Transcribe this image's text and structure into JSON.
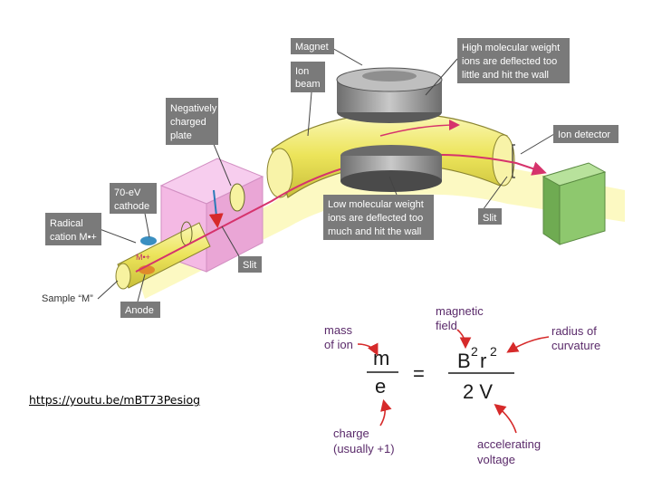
{
  "labels": {
    "magnet": [
      "Magnet"
    ],
    "ion_beam": [
      "Ion",
      "beam"
    ],
    "high_mw": [
      "High molecular weight",
      "ions are deflected too",
      "little and hit the wall"
    ],
    "neg_plate": [
      "Negatively",
      "charged",
      "plate"
    ],
    "ion_detector": [
      "Ion detector"
    ],
    "cathode": [
      "70-eV",
      "cathode"
    ],
    "radical": [
      "Radical",
      "cation M•+"
    ],
    "low_mw": [
      "Low molecular weight",
      "ions are deflected too",
      "much and hit the wall"
    ],
    "slit_1": [
      "Slit"
    ],
    "slit_2": [
      "Slit"
    ],
    "sample": [
      "Sample “M”"
    ],
    "anode": [
      "Anode"
    ],
    "m_symbol": "M•+"
  },
  "equation": {
    "mass_label": [
      "mass",
      "of ion"
    ],
    "field_label": [
      "magnetic",
      "field"
    ],
    "radius_label": [
      "radius of",
      "curvature"
    ],
    "charge_label": [
      "charge",
      "(usually +1)"
    ],
    "voltage_label": [
      "accelerating",
      "voltage"
    ],
    "numerator_left": "m",
    "denominator_left": "e",
    "equals": "=",
    "b": "B",
    "exp1": "2",
    "r": "r",
    "exp2": "2",
    "denominator_right": "2 V"
  },
  "link": "https://youtu.be/mBT73Pesiog",
  "colors": {
    "label_bg": "#7a7a7a",
    "beam": "#f2f07a",
    "box": "#f4b9e4",
    "detector": "#8ec86e",
    "ion_path": "#d6336c",
    "eq_arrow": "#d62a2a"
  }
}
